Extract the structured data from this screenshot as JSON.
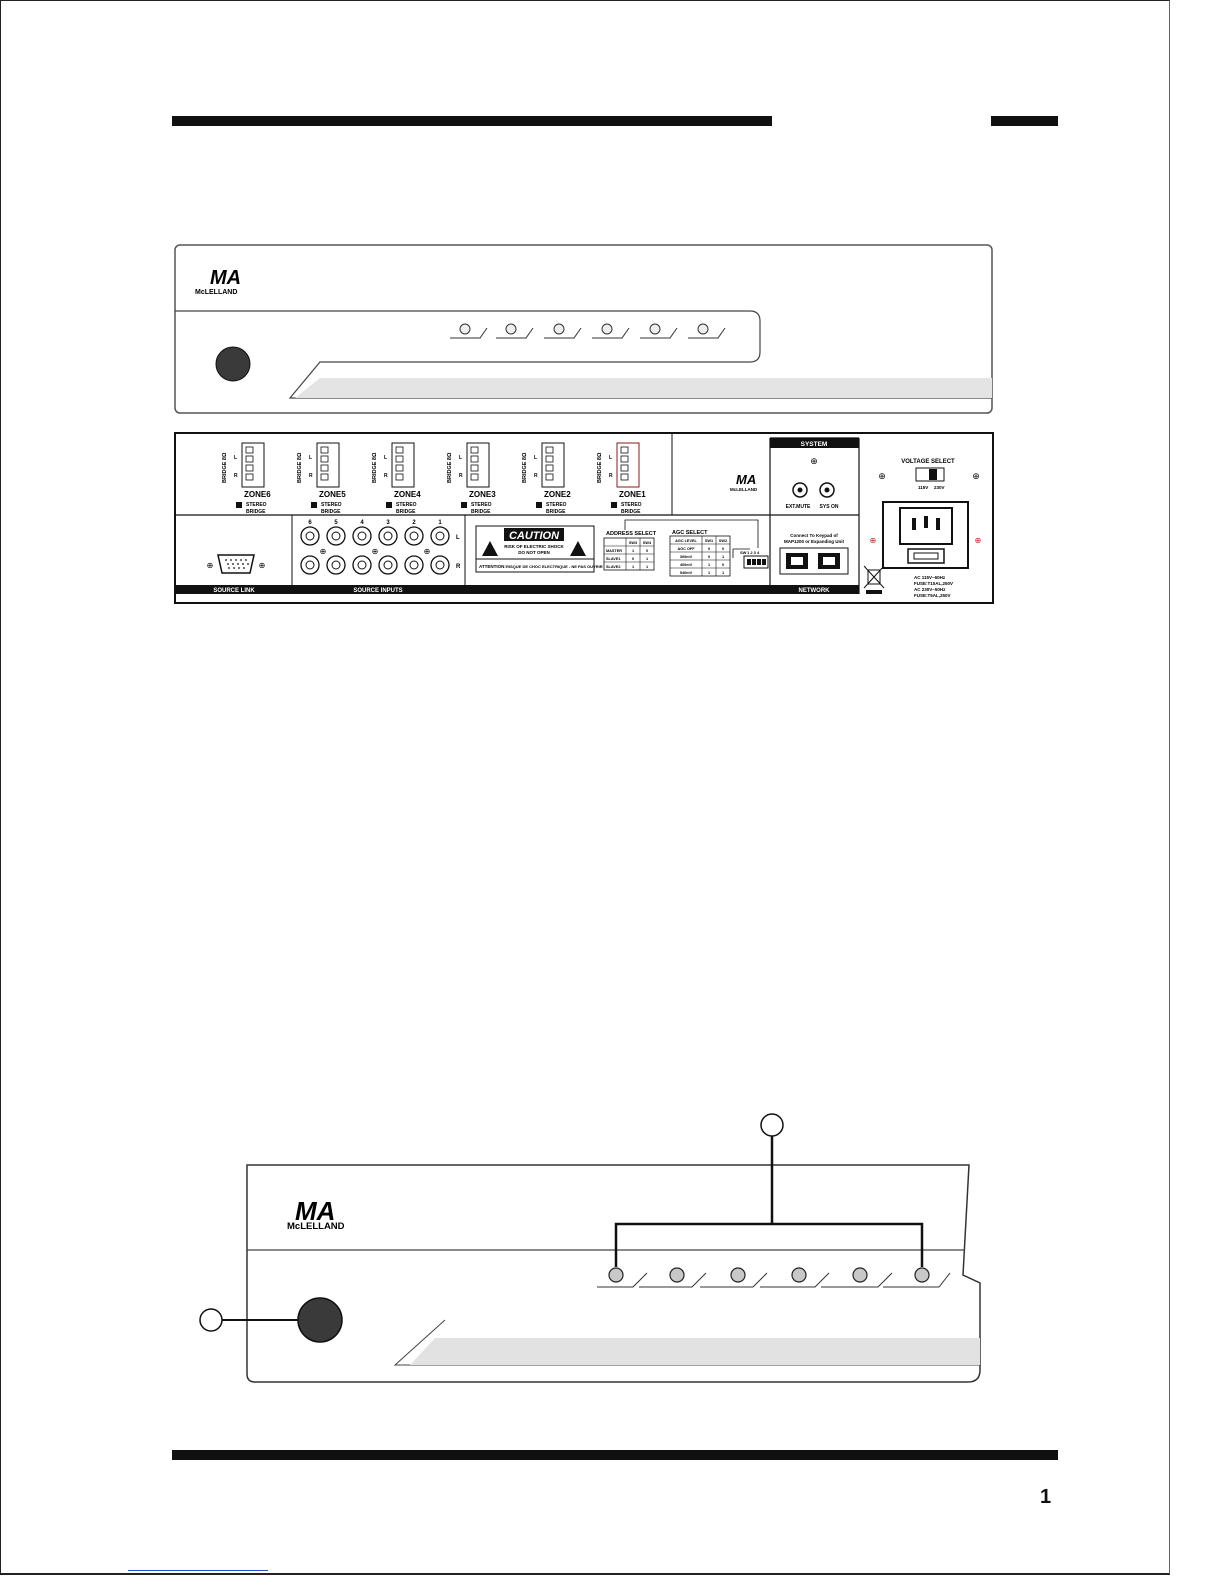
{
  "page": {
    "page_number": "1"
  },
  "brand": {
    "logo_mark": "MA",
    "name": "McLELLAND"
  },
  "rear_panel": {
    "zones": [
      {
        "label": "ZONE6"
      },
      {
        "label": "ZONE5"
      },
      {
        "label": "ZONE4"
      },
      {
        "label": "ZONE3"
      },
      {
        "label": "ZONE2"
      },
      {
        "label": "ZONE1"
      }
    ],
    "terminal_label": "BRIDGE 8Ω",
    "terminal_pins": [
      "L",
      "+",
      "R",
      "+"
    ],
    "stereo_label": "STEREO",
    "bridge_label": "BRIDGE",
    "system": {
      "title": "SYSTEM",
      "ext_mute": "EXT.MUTE",
      "sys_on": "SYS ON"
    },
    "voltage": {
      "title": "VOLTAGE SELECT",
      "low": "115V",
      "high": "230V"
    },
    "source_link_label": "SOURCE LINK",
    "source_inputs": {
      "label": "SOURCE INPUTS",
      "numbers": [
        "6",
        "5",
        "4",
        "3",
        "2",
        "1"
      ],
      "left": "L",
      "right": "R"
    },
    "caution": {
      "title": "CAUTION",
      "line1": "RISK OF ELECTRIC SHOCK",
      "line2": "DO NOT OPEN",
      "attention_label": "ATTENTION:",
      "attention_text": "RISQUE DE CHOC ELECTRIQUE - NE PAS OUVRIR"
    },
    "address_select": {
      "title": "ADDRESS SELECT",
      "headers": [
        "",
        "SW3",
        "SW4"
      ],
      "rows": [
        [
          "MASTER",
          "1",
          "0"
        ],
        [
          "SLAVE1",
          "0",
          "1"
        ],
        [
          "SLAVE2",
          "1",
          "1"
        ]
      ]
    },
    "agc_select": {
      "title": "AGC SELECT",
      "headers": [
        "AGC LEVEL",
        "SW1",
        "SW2"
      ],
      "rows": [
        [
          "AGC OFF",
          "0",
          "0"
        ],
        [
          "300mV",
          "0",
          "1"
        ],
        [
          "400mV",
          "1",
          "0"
        ],
        [
          "540mV",
          "1",
          "1"
        ]
      ]
    },
    "dip": {
      "sw_label": "SW",
      "numbers": "1 2 3 4"
    },
    "network": {
      "connect_line1": "Connect To Keypad of",
      "connect_line2": "MAP1200 or Expanding Unit",
      "label": "NETWORK"
    },
    "power": {
      "line1": "AC 115V~60Hz",
      "line2": "FUSE:T10AL,250V",
      "line3": "AC 230V~50Hz",
      "line4": "FUSE:T5AL,250V"
    }
  }
}
